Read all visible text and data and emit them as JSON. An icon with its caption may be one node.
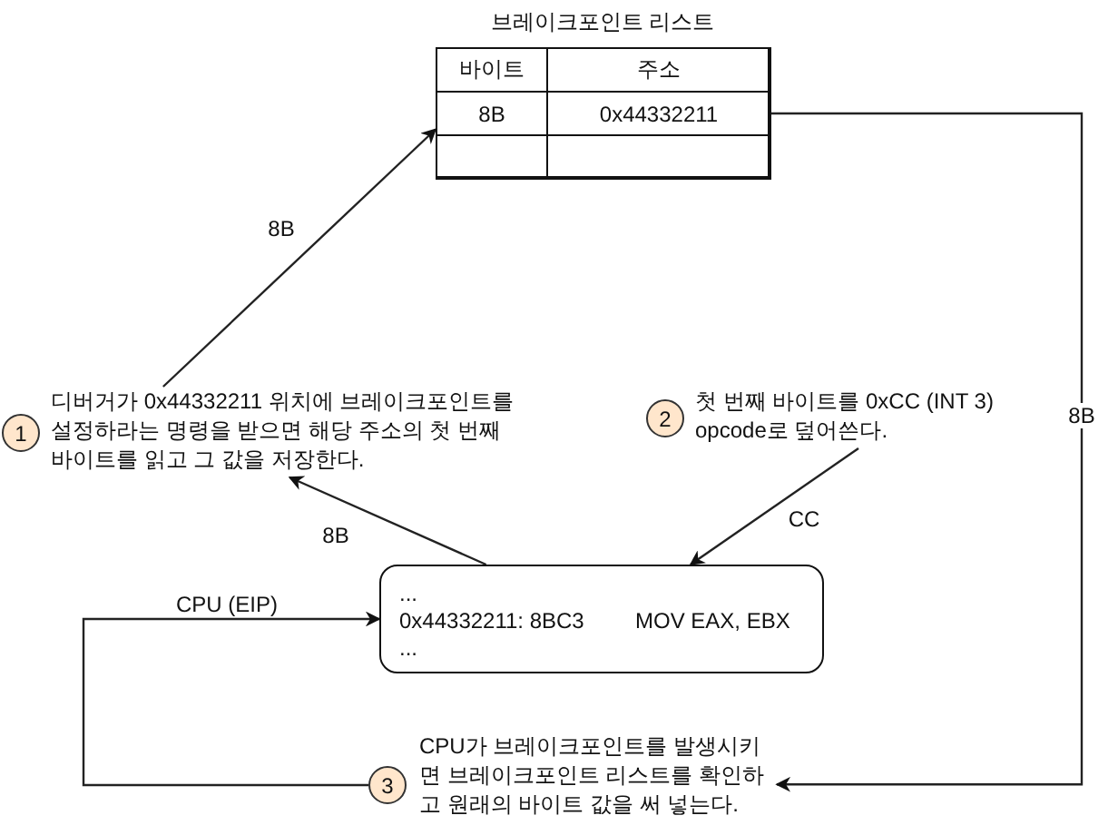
{
  "diagram": {
    "nodes": [
      {
        "text": [
          "브레이크포인트 리스트"
        ]
      },
      {
        "text": [
          "바이트"
        ],
        "in": 0
      },
      {
        "text": [
          "주소"
        ],
        "in": 0
      },
      {
        "text": [
          "8B"
        ],
        "in": 0
      },
      {
        "text": [
          "0x44332211"
        ],
        "in": 0
      },
      {
        "text": [],
        "shape": "box",
        "in": 0
      },
      {
        "text": [],
        "shape": "box",
        "in": 0
      },
      {
        "text": [
          "1"
        ]
      },
      {
        "text": [
          "디버거가 0x44332211 위치에 브레이크포인트를 설정하라는 명령을 받으면 해당 주소의 첫 번째 바이트를 읽고 그 값을 저장한다."
        ]
      },
      {
        "text": [
          "2"
        ]
      },
      {
        "text": [
          "첫 번째 바이트를 0xCC (INT 3) opcode로 덮어쓴다."
        ]
      },
      {
        "text": [
          "...",
          "0x44332211: 8BC3",
          "MOV EAX, EBX",
          "..."
        ]
      },
      {
        "text": [
          "3"
        ]
      },
      {
        "text": [
          "CPU가 브레이크포인트를 발생시키면 브레이크포인트 리스트를 확인하고 원래의 바이트 값을 써 넣는다."
        ]
      }
    ],
    "edges": [
      {
        "from": 8,
        "to": 3,
        "arrow": "to",
        "label": "8B"
      },
      {
        "from": 11,
        "to": 8,
        "arrow": "to",
        "label": "8B"
      },
      {
        "from": 10,
        "to": 11,
        "arrow": "to",
        "label": "CC"
      },
      {
        "from": 4,
        "to": 13,
        "arrow": "to",
        "label": "8B"
      },
      {
        "from": 12,
        "to": 11,
        "arrow": "to",
        "label": "CPU (EIP)"
      }
    ]
  }
}
